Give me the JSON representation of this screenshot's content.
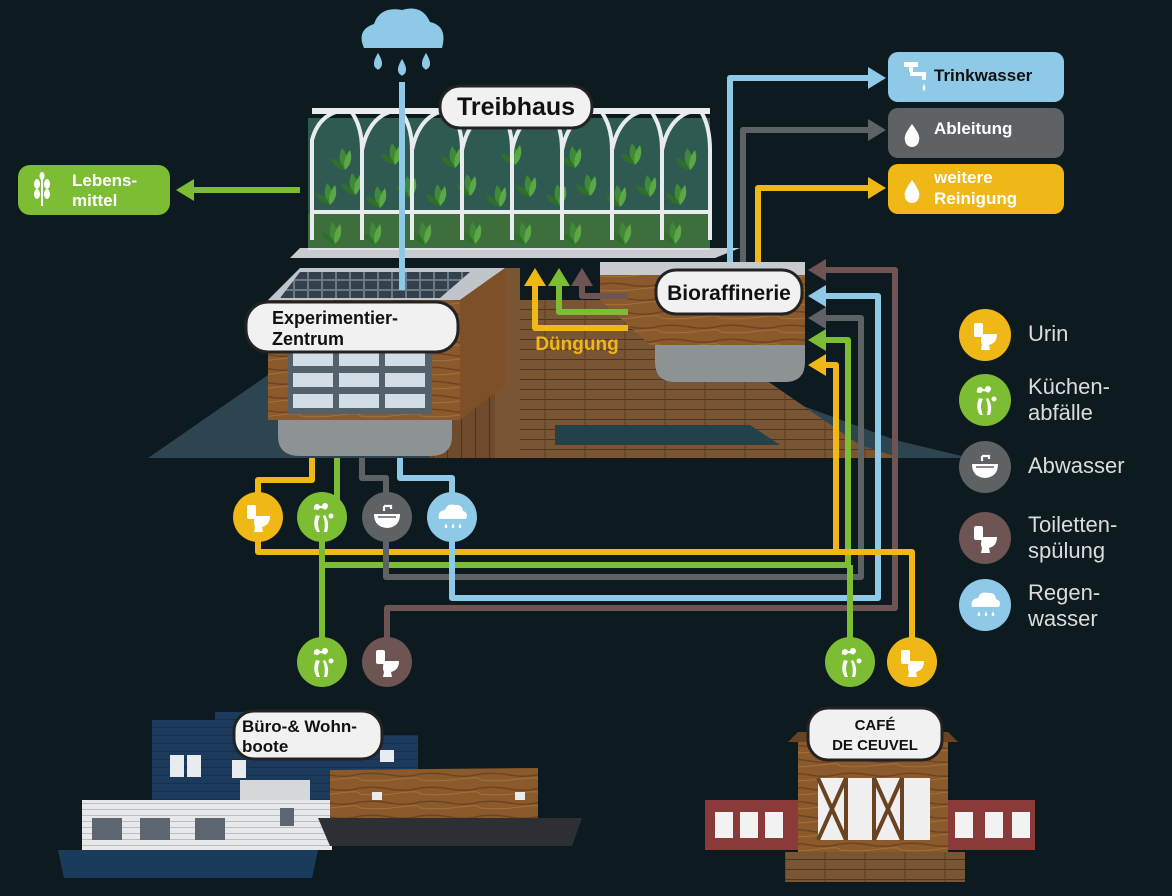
{
  "labels": {
    "treibhaus": "Treibhaus",
    "experimentier_1": "Experimentier-",
    "experimentier_2": "Zentrum",
    "bioraffinerie": "Bioraffinerie",
    "duengung": "Düngung",
    "lebensmittel_1": "Lebens-",
    "lebensmittel_2": "mittel",
    "trinkwasser": "Trinkwasser",
    "ableitung": "Ableitung",
    "weitere_1": "weitere",
    "weitere_2": "Reinigung",
    "buero_1": "Büro-& Wohn-",
    "buero_2": "boote",
    "cafe_1": "CAFÉ",
    "cafe_2": "DE CEUVEL"
  },
  "legend": [
    {
      "icon": "toilet-icon",
      "color": "#f0b817",
      "lines": [
        "Urin"
      ]
    },
    {
      "icon": "food-waste-icon",
      "color": "#7cbd34",
      "lines": [
        "Küchen-",
        "abfälle"
      ]
    },
    {
      "icon": "sink-icon",
      "color": "#5e6264",
      "lines": [
        "Abwasser"
      ]
    },
    {
      "icon": "toilet-icon",
      "color": "#6e5452",
      "lines": [
        "Toiletten-",
        "spülung"
      ]
    },
    {
      "icon": "rain-cloud-icon",
      "color": "#8fc9e8",
      "lines": [
        "Regen-",
        "wasser"
      ]
    }
  ],
  "colors": {
    "urin": "#f0b817",
    "kuechenabfaelle": "#7cbd34",
    "abwasser": "#5e6264",
    "toilettenspuelung": "#6e5452",
    "regenwasser": "#8fc9e8",
    "background": "#0d1b20"
  }
}
